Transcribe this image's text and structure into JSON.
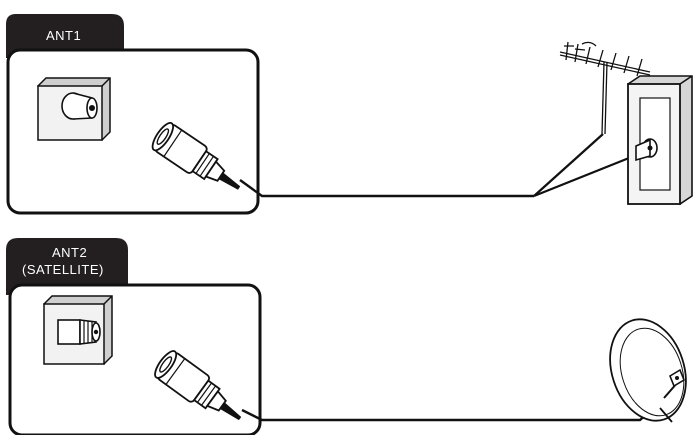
{
  "panels": [
    {
      "id": "ant1",
      "label_lines": [
        "ANT1"
      ]
    },
    {
      "id": "ant2",
      "label_lines": [
        "ANT2",
        "(SATELLITE)"
      ]
    }
  ],
  "colors": {
    "tab_bg": "#231f20",
    "tab_text": "#ffffff",
    "stroke": "#111111",
    "panel_bg": "#ffffff",
    "plate_fill": "#e8e8e8"
  },
  "icons": [
    "coax-wall-socket-icon",
    "coax-f-socket-icon",
    "rf-plug-icon",
    "f-connector-plug-icon",
    "tv-aerial-icon",
    "wall-outlet-icon",
    "satellite-dish-icon"
  ]
}
